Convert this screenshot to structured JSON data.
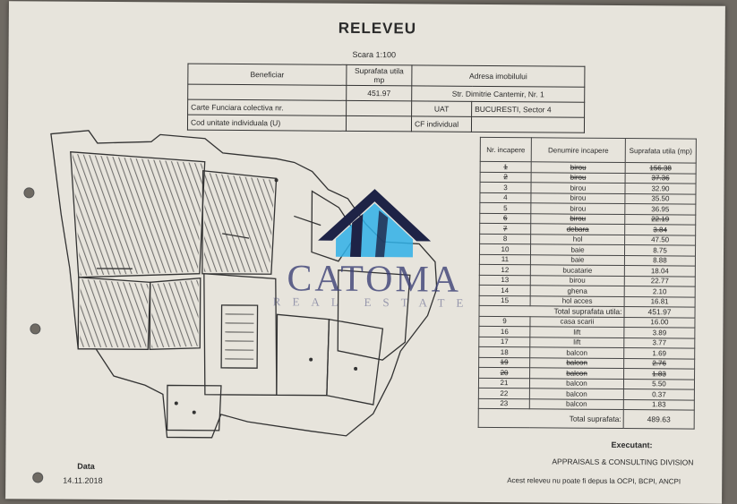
{
  "document": {
    "title": "RELEVEU",
    "scale": "Scara 1:100",
    "header": {
      "beneficiar_label": "Beneficiar",
      "suprafata_label": "Suprafata utila mp",
      "adresa_label": "Adresa imobilului",
      "suprafata_value": "451.97",
      "adresa_value": "Str. Dimitrie Cantemir, Nr. 1",
      "carte_funciara_label": "Carte Funciara colectiva nr.",
      "uat_label": "UAT",
      "uat_value": "BUCURESTI, Sector 4",
      "cod_label": "Cod unitate individuala (U)",
      "cf_label": "CF individual"
    },
    "rooms_table": {
      "col_nr": "Nr. incapere",
      "col_name": "Denumire incapere",
      "col_area": "Suprafata utila (mp)",
      "rows": [
        {
          "nr": "1",
          "name": "birou",
          "area": "156.38",
          "struck": true
        },
        {
          "nr": "2",
          "name": "birou",
          "area": "37.36",
          "struck": true
        },
        {
          "nr": "3",
          "name": "birou",
          "area": "32.90",
          "struck": false
        },
        {
          "nr": "4",
          "name": "birou",
          "area": "35.50",
          "struck": false
        },
        {
          "nr": "5",
          "name": "birou",
          "area": "36.95",
          "struck": false
        },
        {
          "nr": "6",
          "name": "birou",
          "area": "22.19",
          "struck": true
        },
        {
          "nr": "7",
          "name": "debara",
          "area": "3.84",
          "struck": true
        },
        {
          "nr": "8",
          "name": "hol",
          "area": "47.50",
          "struck": false
        },
        {
          "nr": "10",
          "name": "baie",
          "area": "8.75",
          "struck": false
        },
        {
          "nr": "11",
          "name": "baie",
          "area": "8.88",
          "struck": false
        },
        {
          "nr": "12",
          "name": "bucatarie",
          "area": "18.04",
          "struck": false
        },
        {
          "nr": "13",
          "name": "birou",
          "area": "22.77",
          "struck": false
        },
        {
          "nr": "14",
          "name": "ghena",
          "area": "2.10",
          "struck": false
        },
        {
          "nr": "15",
          "name": "hol acces",
          "area": "16.81",
          "struck": false
        }
      ],
      "total_utila_label": "Total suprafata utila:",
      "total_utila_value": "451.97",
      "rows2": [
        {
          "nr": "9",
          "name": "casa scarii",
          "area": "16.00",
          "struck": false
        },
        {
          "nr": "16",
          "name": "lift",
          "area": "3.89",
          "struck": false
        },
        {
          "nr": "17",
          "name": "lift",
          "area": "3.77",
          "struck": false
        },
        {
          "nr": "18",
          "name": "balcon",
          "area": "1.69",
          "struck": false
        },
        {
          "nr": "19",
          "name": "balcon",
          "area": "2.76",
          "struck": true
        },
        {
          "nr": "20",
          "name": "balcon",
          "area": "1.83",
          "struck": true
        },
        {
          "nr": "21",
          "name": "balcon",
          "area": "5.50",
          "struck": false
        },
        {
          "nr": "22",
          "name": "balcon",
          "area": "0.37",
          "struck": false
        },
        {
          "nr": "23",
          "name": "balcon",
          "area": "1.83",
          "struck": false
        }
      ],
      "total_label": "Total suprafata:",
      "total_value": "489.63"
    },
    "executant_label": "Executant:",
    "executant_value": "APPRAISALS & CONSULTING DIVISION",
    "note": "Acest releveu nu poate fi depus la OCPI, BCPI, ANCPI",
    "date_label": "Data",
    "date_value": "14.11.2018"
  },
  "watermark": {
    "brand": "CATOMA",
    "tagline": "REAL ESTATE"
  },
  "colors": {
    "paper": "#e7e4dc",
    "ink": "#2a2a2a",
    "watermark": "#373c73",
    "logo_blue": "#2fb0e8"
  }
}
